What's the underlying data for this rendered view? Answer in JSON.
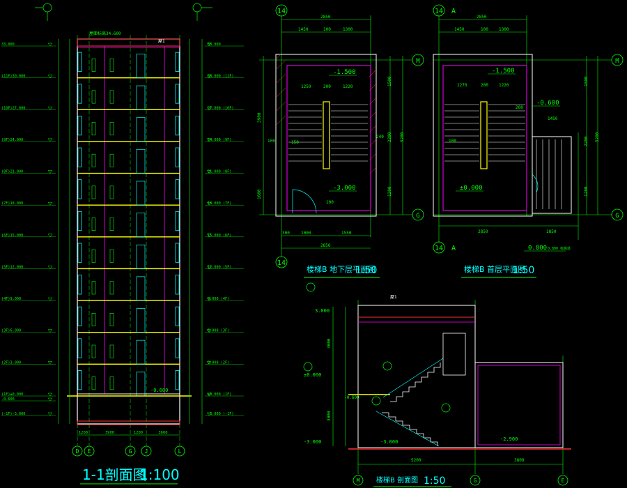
{
  "colors": {
    "background": "#000000",
    "dimension": "#00ff00",
    "wall": "#ffffff",
    "hatch": "#ff3333",
    "slab": "#ffff00",
    "window": "#00ffff",
    "room": "#ff00ff",
    "text": "#00ff00",
    "title": "#00ffff"
  },
  "section_1_1": {
    "title": "1-1剖面图",
    "scale": "1:100",
    "roof_level": "屋面标高34.600",
    "axes": [
      "D",
      "E",
      "G",
      "J",
      "L"
    ],
    "bottom_dims": [
      "1200",
      "3900",
      "1200",
      "3600"
    ],
    "left_levels": [
      {
        "label": "33.000",
        "y": 33.0
      },
      {
        "label": "(11F)30.000",
        "y": 30.0
      },
      {
        "label": "(10F)27.000",
        "y": 27.0
      },
      {
        "label": "(9F)24.000",
        "y": 24.0
      },
      {
        "label": "(8F)21.000",
        "y": 21.0
      },
      {
        "label": "(7F)18.000",
        "y": 18.0
      },
      {
        "label": "(6F)15.000",
        "y": 15.0
      },
      {
        "label": "(5F)12.000",
        "y": 12.0
      },
      {
        "label": "(4F)9.000",
        "y": 9.0
      },
      {
        "label": "(3F)6.000",
        "y": 6.0
      },
      {
        "label": "(2F)3.000",
        "y": 3.0
      },
      {
        "label": "(1F)±0.000",
        "y": 0.0
      },
      {
        "label": "-0.600",
        "y": -0.6
      },
      {
        "label": "(-1F)-3.000",
        "y": -3.0
      }
    ],
    "right_levels": [
      {
        "label": "33.000",
        "y": 33.0
      },
      {
        "label": "30.000 (11F)",
        "y": 30.0
      },
      {
        "label": "27.000 (10F)",
        "y": 27.0
      },
      {
        "label": "24.000 (9F)",
        "y": 24.0
      },
      {
        "label": "21.000 (8F)",
        "y": 21.0
      },
      {
        "label": "18.000 (7F)",
        "y": 18.0
      },
      {
        "label": "15.000 (6F)",
        "y": 15.0
      },
      {
        "label": "12.000 (5F)",
        "y": 12.0
      },
      {
        "label": "9.000 (4F)",
        "y": 9.0
      },
      {
        "label": "6.000 (3F)",
        "y": 6.0
      },
      {
        "label": "3.000 (2F)",
        "y": 3.0
      },
      {
        "label": "±0.000 (1F)",
        "y": 0.0
      },
      {
        "label": "-3.000 (-1F)",
        "y": -3.0
      }
    ],
    "inner_mark": "-0.600",
    "roof_tag": "屋1"
  },
  "plan_basement": {
    "title": "楼梯B 地下层平面图",
    "scale": "1:50",
    "axis_top": "14",
    "axis_bottom": "14",
    "axis_right_top": "M",
    "axis_right_bottom": "G",
    "top_dims": [
      "1450",
      "100",
      "1300"
    ],
    "top_total": "2850",
    "bottom_dims": [
      "300",
      "1000",
      "1550"
    ],
    "bottom_total": "2850",
    "levels": [
      "-1.500",
      "-3.000"
    ],
    "inner_dims": [
      "1250",
      "200",
      "1220",
      "150",
      "100",
      "240",
      "100"
    ],
    "right_dims": [
      "1500",
      "2200",
      "1200"
    ],
    "right_total": "5200",
    "left_dims": [
      "3900",
      "1600"
    ]
  },
  "plan_ground": {
    "title": "楼梯B 首层平面图",
    "scale": "1:50",
    "axis_top": "14",
    "axis_bottom": "14",
    "axis_a": "A",
    "axis_right_top": "M",
    "axis_right_bottom": "G",
    "top_dims": [
      "1450",
      "100",
      "1300"
    ],
    "top_total": "2850",
    "bottom_dims": [
      "2850",
      "1850"
    ],
    "levels": [
      "-1.500",
      "-0.600",
      "±0.000",
      "0.800"
    ],
    "inner_dims": [
      "1270",
      "200",
      "1220",
      "1450",
      "200",
      "100"
    ],
    "right_dims": [
      "1500",
      "2200",
      "1200"
    ],
    "right_total": "5200",
    "note_level": "0.800 标高处"
  },
  "section_stair": {
    "title": "楼梯B 剖面图",
    "scale": "1:50",
    "axes": [
      "M",
      "G",
      "E"
    ],
    "bottom_dims": [
      "5200",
      "3800"
    ],
    "levels": [
      "3.000",
      "±0.000",
      "-0.600",
      "-3.000",
      "-2.900"
    ],
    "roof_tag": "屋1",
    "left_dims": [
      "3000",
      "3000"
    ]
  }
}
